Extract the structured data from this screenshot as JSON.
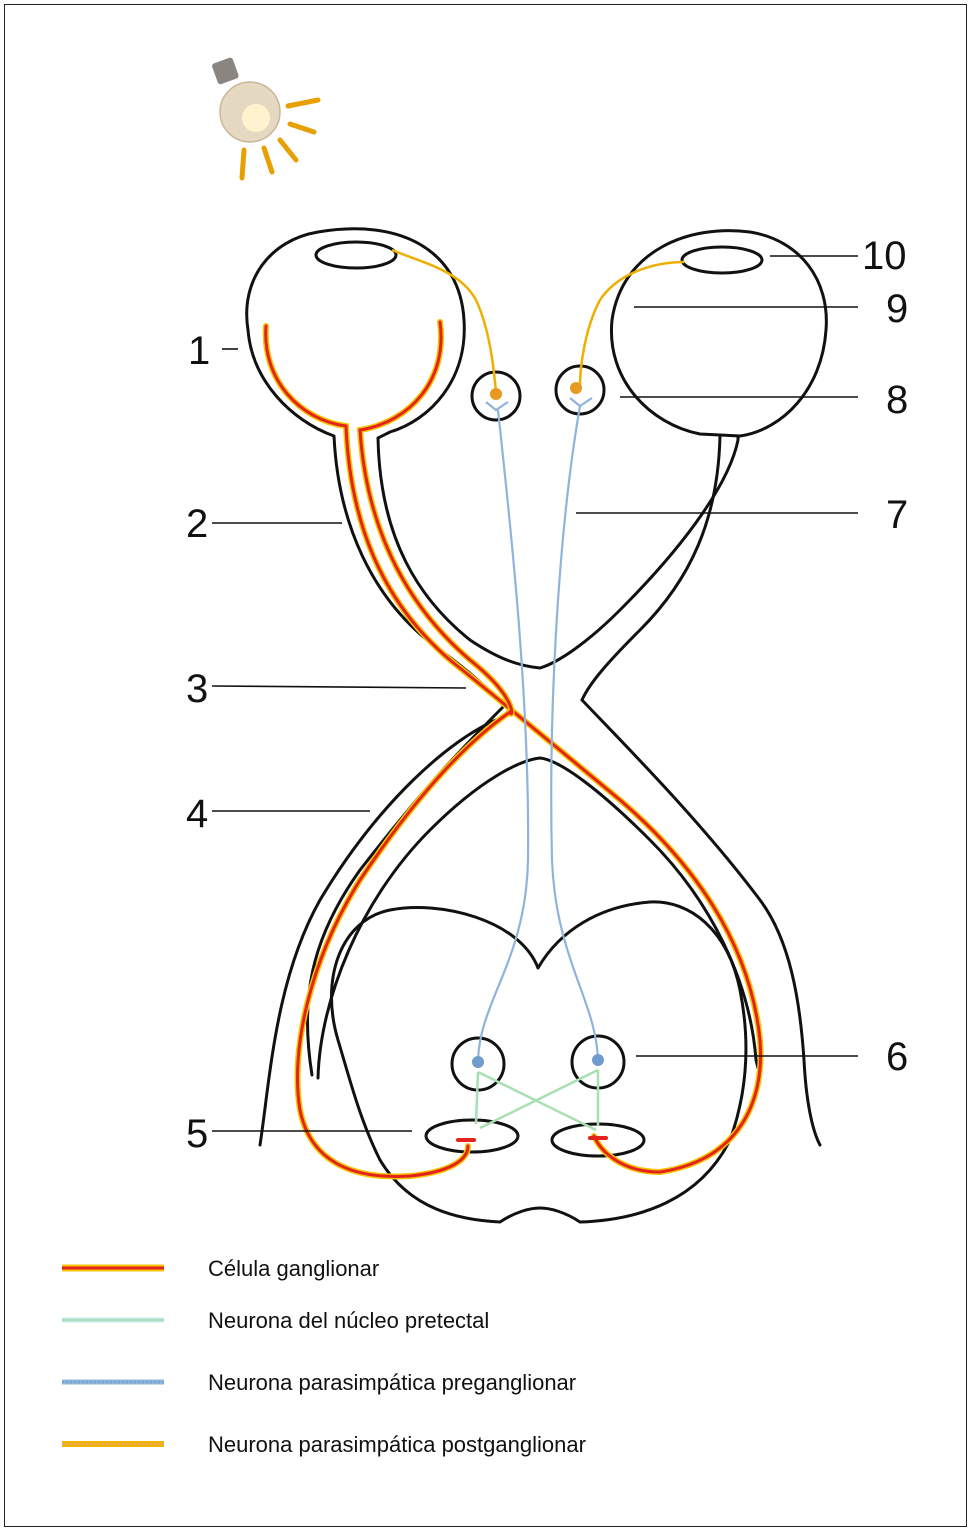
{
  "diagram": {
    "numbers": [
      "1",
      "2",
      "3",
      "4",
      "5",
      "6",
      "7",
      "8",
      "9",
      "10"
    ]
  },
  "legend": [
    {
      "label": "Célula ganglionar",
      "color": "#e4231c",
      "accent": "#f5c400",
      "icon": "red-yellow-line"
    },
    {
      "label": "Neurona del núcleo pretectal",
      "color": "#a8e0b4",
      "accent": "#c8e8f0",
      "icon": "green-line"
    },
    {
      "label": "Neurona parasimpática preganglionar",
      "color": "#8fb4dc",
      "accent": "#6f9ccc",
      "icon": "blue-line"
    },
    {
      "label": "Neurona parasimpática postganglionar",
      "color": "#f0b400",
      "accent": "#e4a0a0",
      "icon": "orange-line"
    }
  ]
}
